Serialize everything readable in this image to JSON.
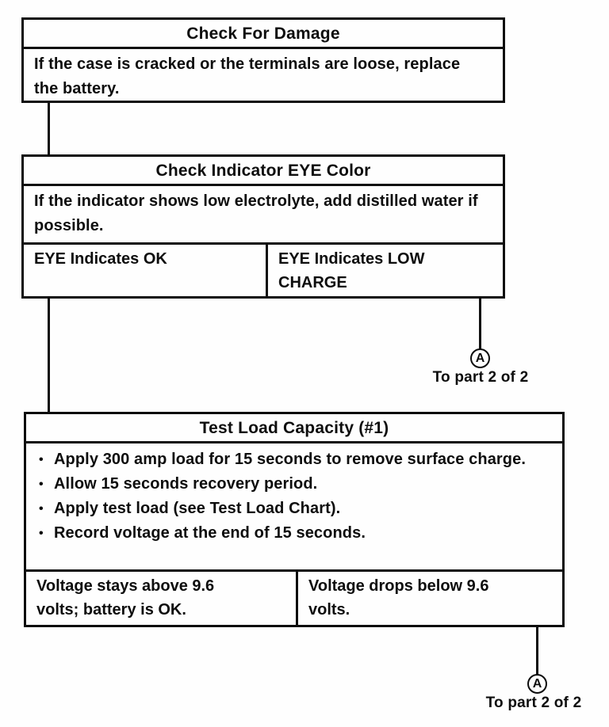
{
  "box1": {
    "title": "Check For Damage",
    "body": "If the case is cracked or the terminals are loose, replace the battery."
  },
  "box2": {
    "title": "Check Indicator EYE Color",
    "body": "If the indicator shows low electrolyte, add distilled water if possible.",
    "outcome_left": "EYE Indicates OK",
    "outcome_right": "EYE Indicates LOW CHARGE"
  },
  "box3": {
    "title": "Test Load Capacity (#1)",
    "bullets": [
      "Apply 300 amp load for 15 seconds to remove surface charge.",
      "Allow 15 seconds recovery period.",
      "Apply test load (see Test Load Chart).",
      "Record voltage at the end of 15 seconds."
    ],
    "outcome_left": "Voltage stays above 9.6 volts; battery is OK.",
    "outcome_right": "Voltage drops below 9.6 volts."
  },
  "offpage_a1": {
    "label": "A",
    "caption": "To part 2 of 2"
  },
  "offpage_a2": {
    "label": "A",
    "caption": "To part 2 of 2"
  },
  "glyphs": {
    "bullet": "•"
  },
  "colors": {
    "ink": "#0d0d0d",
    "paper": "#fefefe"
  }
}
